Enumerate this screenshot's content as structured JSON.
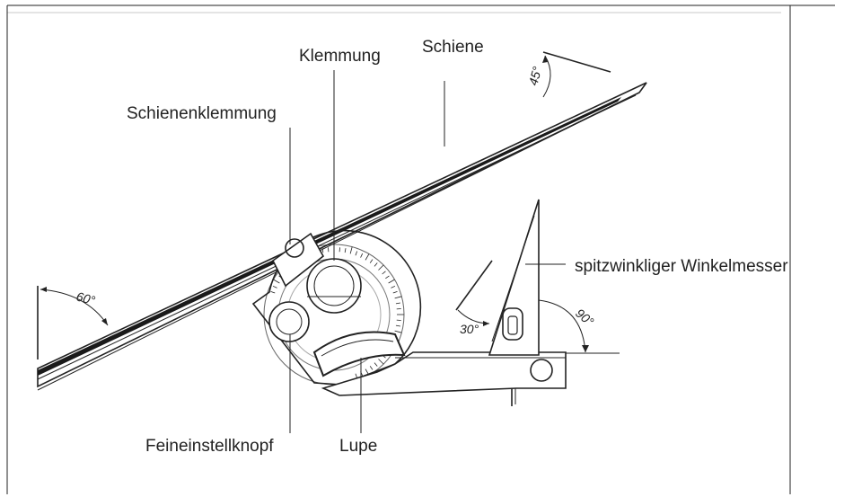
{
  "labels": {
    "klemmung": "Klemmung",
    "schiene": "Schiene",
    "schienenklemmung": "Schienenklemmung",
    "spitzwinkliger": "spitzwinkliger Winkelmesser",
    "feineinstellknopf": "Feineinstellknopf",
    "lupe": "Lupe"
  },
  "angles": {
    "a45": "45°",
    "a60": "60°",
    "a30": "30°",
    "a90": "90°"
  },
  "colors": {
    "ink": "#222222",
    "background": "#ffffff",
    "rail_dark": "#1a1a1a"
  }
}
